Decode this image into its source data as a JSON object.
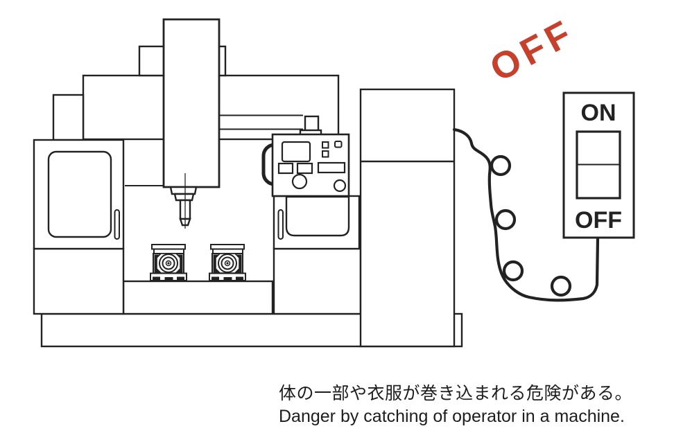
{
  "annotation": {
    "label": "OFF",
    "color": "#c6402c",
    "style": "handwritten red marker, rotated"
  },
  "power_switch": {
    "on": "ON",
    "off": "OFF"
  },
  "caption": {
    "japanese": "体の一部や衣服が巻き込まれる危険がある。",
    "english": "Danger by catching of operator in a machine."
  },
  "colors": {
    "background": "#ffffff",
    "line": "#222222",
    "annotation_red": "#c6402c"
  },
  "illustration": {
    "subject": "vertical machining center with power cord and wall switch"
  }
}
